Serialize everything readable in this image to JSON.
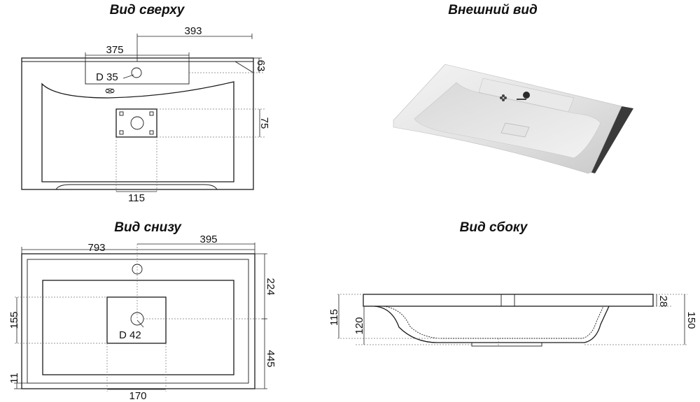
{
  "titles": {
    "top_view": "Вид сверху",
    "exterior": "Внешний вид",
    "bottom_view": "Вид снизу",
    "side_view": "Вид сбоку"
  },
  "top_view": {
    "dims": {
      "d393": "393",
      "d375": "375",
      "d63": "63",
      "d75": "75",
      "d115": "115"
    },
    "hole_label": "D 35"
  },
  "bottom_view": {
    "dims": {
      "d793": "793",
      "d395": "395",
      "d224": "224",
      "d155": "155",
      "d445": "445",
      "d11": "11",
      "d170": "170"
    },
    "drain_label": "D 42"
  },
  "side_view": {
    "dims": {
      "d115": "115",
      "d120": "120",
      "d28": "28",
      "d150": "150"
    }
  }
}
